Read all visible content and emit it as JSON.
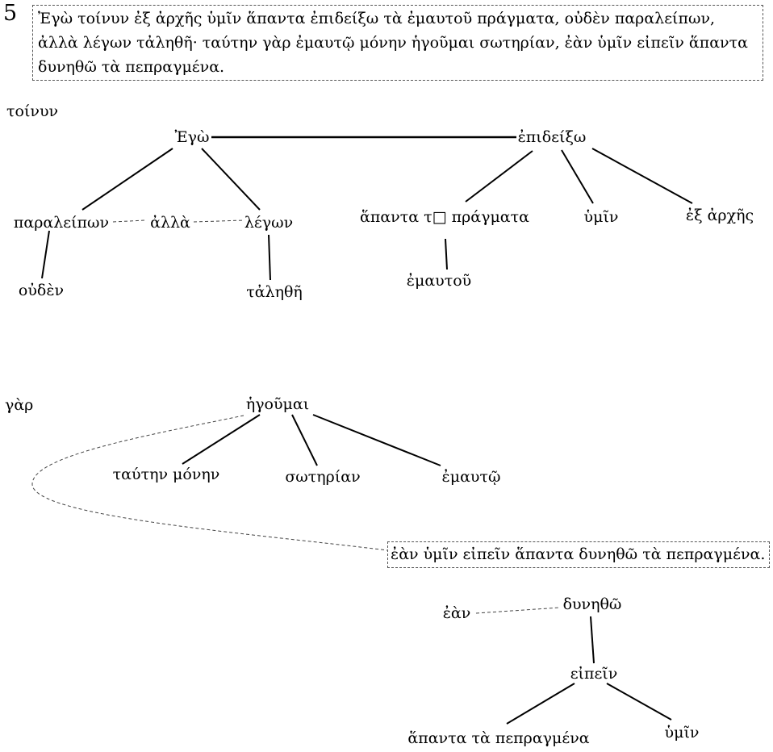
{
  "number": "5",
  "sentence_lines": [
    "Ἐγὼ τοίνυν ἐξ ἀρχῆς ὑμῖν ἅπαντα ἐπιδείξω τὰ ἐμαυτοῦ πράγματα, οὐδὲν παραλείπων,",
    "ἀλλὰ λέγων τἀληθῆ· ταύτην γὰρ ἐμαυτῷ μόνην ἡγοῦμαι σωτηρίαν, ἐὰν ὑμῖν εἰπεῖν ἅπαντα",
    "δυνηθῶ τὰ πεπραγμένα."
  ],
  "sections": {
    "first": "τοίνυν",
    "second": "γὰρ"
  },
  "clause": "ἐὰν ὑμῖν εἰπεῖν ἅπαντα δυνηθῶ τὰ πεπραγμένα.",
  "words": {
    "ego": "Ἐγὼ",
    "epideixo": "ἐπιδείξω",
    "paraleipon": "παραλείπων",
    "alla": "ἀλλὰ",
    "legon": "λέγων",
    "hapanta_pragmata": "ἅπαντα τ□ πράγματα",
    "hymin1": "ὑμῖν",
    "ex_arches": "ἐξ ἀρχῆς",
    "ouden": "οὐδὲν",
    "talethe": "τἀληθῆ",
    "emautou": "ἐμαυτοῦ",
    "hegoumai": "ἡγοῦμαι",
    "tauten_monen": "ταύτην μόνην",
    "soterian": "σωτηρίαν",
    "emauto": "ἐμαυτῷ",
    "ean": "ἐὰν",
    "dynetho": "δυνηθῶ",
    "eipein": "εἰπεῖν",
    "hapanta_pepragmena": "ἅπαντα τὰ πεπραγμένα",
    "hymin2": "ὑμῖν"
  }
}
